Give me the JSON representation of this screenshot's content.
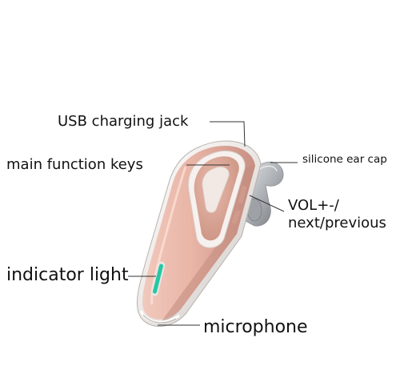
{
  "labels": {
    "usb_charging_jack": "USB charging jack",
    "main_function_keys": "main function keys",
    "silicone_ear_cap": "silicone ear cap",
    "vol_line1": "VOL+-/",
    "vol_line2": "next/previous",
    "indicator_light": "indicator light",
    "microphone": "microphone"
  },
  "colors": {
    "body_rose_gold": "#e8b7a8",
    "body_shadow": "#c58f81",
    "chrome_trim": "#f4f2f0",
    "key_pad": "#d9a596",
    "ear_cap": "#b9bcc0",
    "indicator_green": "#28c7a3",
    "leader_line": "#333333"
  }
}
